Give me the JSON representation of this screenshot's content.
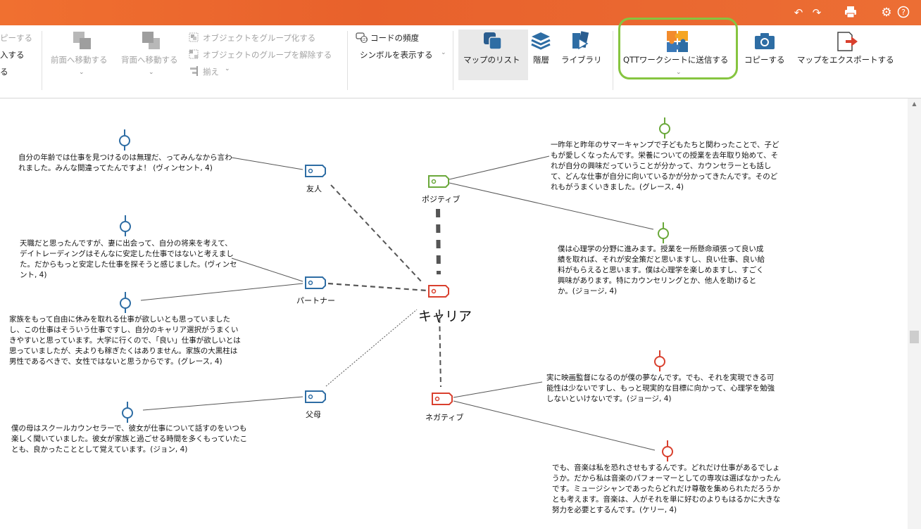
{
  "ribbon": {
    "clip1": "ピーする",
    "clip2": "入する",
    "clip3": "る",
    "bring_forward": "前面へ移動する",
    "send_backward": "背面へ移動する",
    "group": "オブジェクトをグループ化する",
    "ungroup": "オブジェクトのグループを解除する",
    "align": "揃え",
    "code_frequency": "コードの頻度",
    "show_symbol": "シンボルを表示する",
    "map_list": "マップのリスト",
    "layers": "階層",
    "library": "ライブラリ",
    "send_to_qtt": "QTTワークシートに送信する",
    "copy": "コピーする",
    "export_map": "マップをエクスポートする"
  },
  "map": {
    "central": "キャリア",
    "codes": {
      "friend": "友人",
      "partner": "パートナー",
      "parents": "父母",
      "positive": "ポジティブ",
      "negative": "ネガティブ"
    },
    "quotes": {
      "q1": "自分の年齢では仕事を見つけるのは無理だ、ってみんなから言われました。みんな間違ってたんですよ！ (ヴィンセント, 4)",
      "q2": "天職だと思ったんですが、妻に出会って、自分の将来を考えて、デイトレーディングはそんなに安定した仕事ではないと考えました。だからもっと安定した仕事を探そうと感じました。(ヴィンセント, 4)",
      "q3": "家族をもって自由に休みを取れる仕事が欲しいとも思っていましたし、この仕事はそういう仕事ですし、自分のキャリア選択がうまくいきやすいと思っています。大学に行くので、「良い」仕事が欲しいとは思っていましたが、夫よりも稼ぎたくはありません。家族の大黒柱は男性であるべきで、女性ではないと思うからです。(グレース, 4)",
      "q4": "僕の母はスクールカウンセラーで、彼女が仕事について話すのをいつも楽しく聞いていました。彼女が家族と過ごせる時間を多くもっていたことも、良かったこととして覚えています。(ジョン, 4)",
      "q5": "一昨年と昨年のサマーキャンプで子どもたちと関わったことで、子どもが愛しくなったんです。栄養についての授業を去年取り始めて、それが自分の興味だっていうことが分かって、カウンセラーとも話して、どんな仕事が自分に向いているかが分かってきたんです。そのどれもがうまくいきました。(グレース, 4)",
      "q6": "僕は心理学の分野に進みます。授業を一所懸命頑張って良い成績を取れば、それが安全策だと思いますし、良い仕事、良い給料がもらえると思います。僕は心理学を楽しめますし、すごく興味があります。特にカウンセリングとか、他人を助けるとか。(ジョージ, 4)",
      "q7": "実に映画監督になるのが僕の夢なんです。でも、それを実現できる可能性は少ないですし、もっと現実的な目標に向かって、心理学を勉強しないといけないです。(ジョージ, 4)",
      "q8": "でも、音楽は私を恐れさせもするんです。どれだけ仕事があるでしょうか。だから私は音楽のパフォーマーとしての専攻は選ばなかったんです。ミュージシャンであったらどれだけ尊敬を集められただろうかとも考えます。音楽は、人がそれを単に好むのよりもはるかに大きな努力を必要とするんです。(ケリー, 4)"
    }
  },
  "colors": {
    "accent_orange": "#e8612c",
    "code_blue": "#2e6da4",
    "code_green": "#6aa83a",
    "code_red": "#d9402e",
    "highlight_green": "#86c540"
  },
  "icons": [
    "undo-icon",
    "redo-icon",
    "print-icon",
    "settings-icon",
    "help-icon",
    "bring-forward-icon",
    "send-backward-icon",
    "group-icon",
    "ungroup-icon",
    "align-icon",
    "code-frequency-icon",
    "map-list-icon",
    "layers-icon",
    "library-icon",
    "puzzle-icon",
    "camera-icon",
    "export-icon",
    "memo-pin-icon",
    "code-tag-icon"
  ]
}
